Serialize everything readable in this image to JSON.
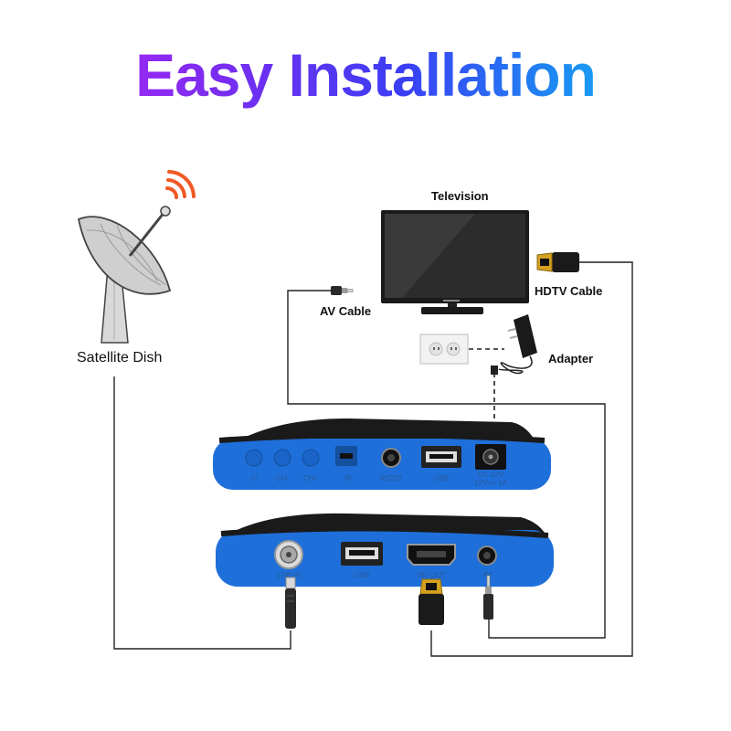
{
  "title": "Easy Installation",
  "labels": {
    "television": "Television",
    "hdtv_cable": "HDTV Cable",
    "av_cable": "AV Cable",
    "adapter": "Adapter",
    "satellite_dish": "Satellite Dish"
  },
  "front_panel": {
    "ports": [
      "CH-",
      "CH+",
      "IR",
      "RS232",
      "USB",
      "DC 12V",
      "12V== 1A"
    ]
  },
  "back_panel": {
    "ports": [
      "LNB IN",
      "USB",
      "HD OUT",
      "AV"
    ]
  },
  "colors": {
    "device_blue": "#1e6fd9",
    "device_black": "#1a1a1a",
    "signal_orange": "#ef5a24",
    "cable_line": "#222222"
  }
}
